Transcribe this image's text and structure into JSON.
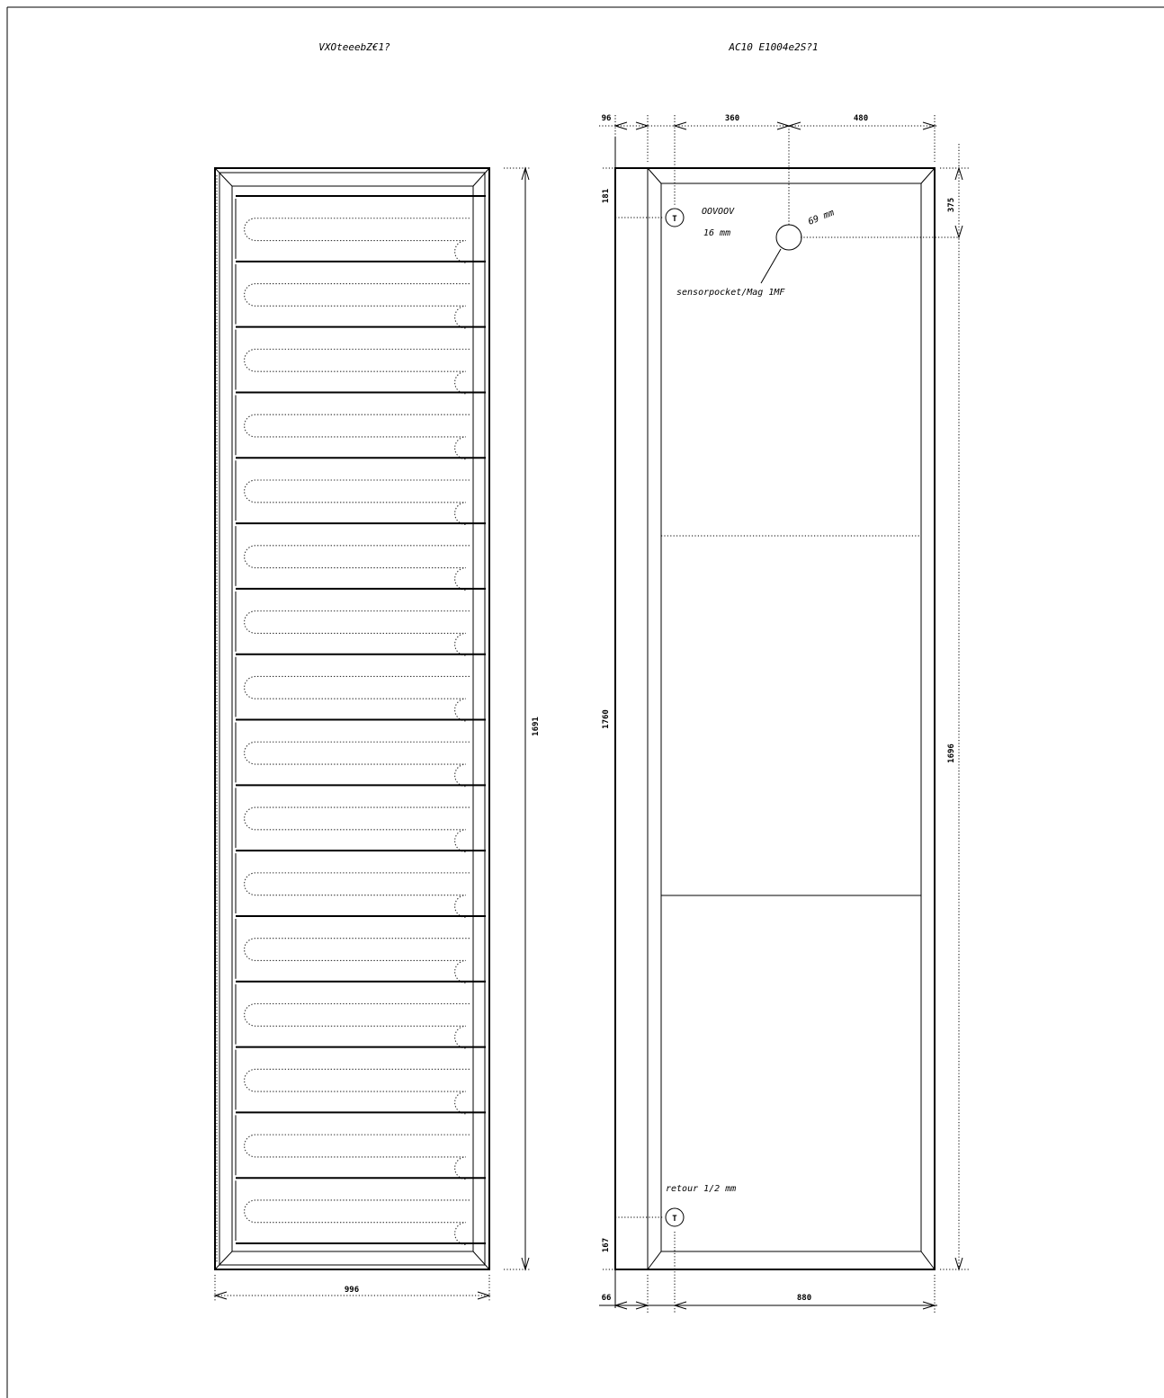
{
  "drawing": {
    "left_view_title": "VXOteeebZ€1?",
    "right_view_title": "AC10 E1004e2S?1",
    "left_dims": {
      "width": "996",
      "height": "1691"
    },
    "right_dims": {
      "top": [
        "96",
        "360",
        "480"
      ],
      "bottom": [
        "66",
        "880"
      ],
      "left_height": "1760",
      "left_top": "181",
      "left_bottom": "167",
      "right_height": "1696",
      "right_top": "375"
    },
    "notes": {
      "top_port": "OOVOOV",
      "top_port_size": "16 mm",
      "port_mark": "T",
      "sensor_size": "69 mm",
      "sensor_label": "sensorpocket/Mag 1MF",
      "bottom_port": "retour 1/2 mm"
    }
  }
}
